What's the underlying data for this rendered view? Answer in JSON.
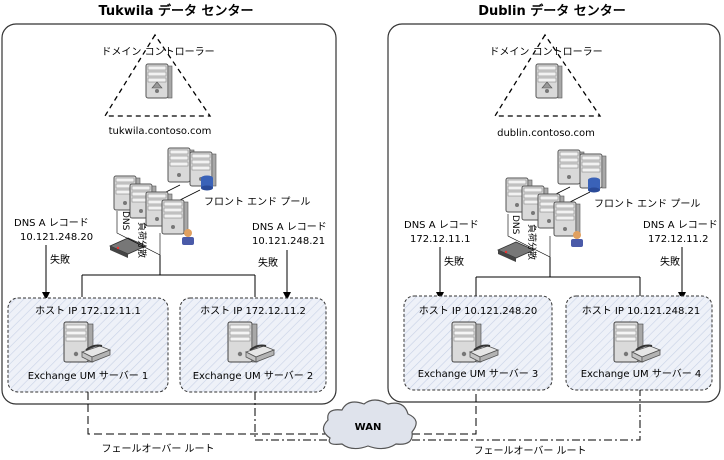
{
  "left_dc": {
    "title": "Tukwila データ センター",
    "domain_controller_label": "ドメイン コントローラー",
    "domain": "tukwila.contoso.com",
    "pool_label": "フロント エンド プール",
    "dns_left": {
      "line1": "DNS A レコード",
      "ip": "10.121.248.20",
      "fail": "失敗"
    },
    "dns_right": {
      "line1": "DNS A レコード",
      "ip": "10.121.248.21",
      "fail": "失敗"
    },
    "um1": {
      "host": "ホスト IP 172.12.11.1",
      "name": "Exchange UM サーバー 1"
    },
    "um2": {
      "host": "ホスト IP 172.12.11.2",
      "name": "Exchange UM サーバー 2"
    }
  },
  "right_dc": {
    "title": "Dublin データ センター",
    "domain_controller_label": "ドメイン コントローラー",
    "domain": "dublin.contoso.com",
    "pool_label": "フロント エンド プール",
    "dns_left": {
      "line1": "DNS A レコード",
      "ip": "172.12.11.1",
      "fail": "失敗"
    },
    "dns_right": {
      "line1": "DNS A レコード",
      "ip": "172.12.11.2",
      "fail": "失敗"
    },
    "um3": {
      "host": "ホスト IP 10.121.248.20",
      "name": "Exchange UM サーバー 3"
    },
    "um4": {
      "host": "ホスト IP 10.121.248.21",
      "name": "Exchange UM サーバー 4"
    }
  },
  "pool_tags": {
    "dns": "DNS",
    "load": "負荷分散"
  },
  "wan": {
    "label": "WAN"
  },
  "failover": {
    "left": "フェールオーバー ルート",
    "right": "フェールオーバー ルート"
  },
  "icons": [
    "server-icon",
    "domain-controller-icon",
    "phone-icon",
    "load-balancer-icon",
    "user-icon",
    "database-icon",
    "cloud-icon"
  ],
  "colors": {
    "border": "#333333",
    "hatch": "#c8d2e6",
    "server_body": "#d8d8d8",
    "db": "#3a62b8"
  }
}
